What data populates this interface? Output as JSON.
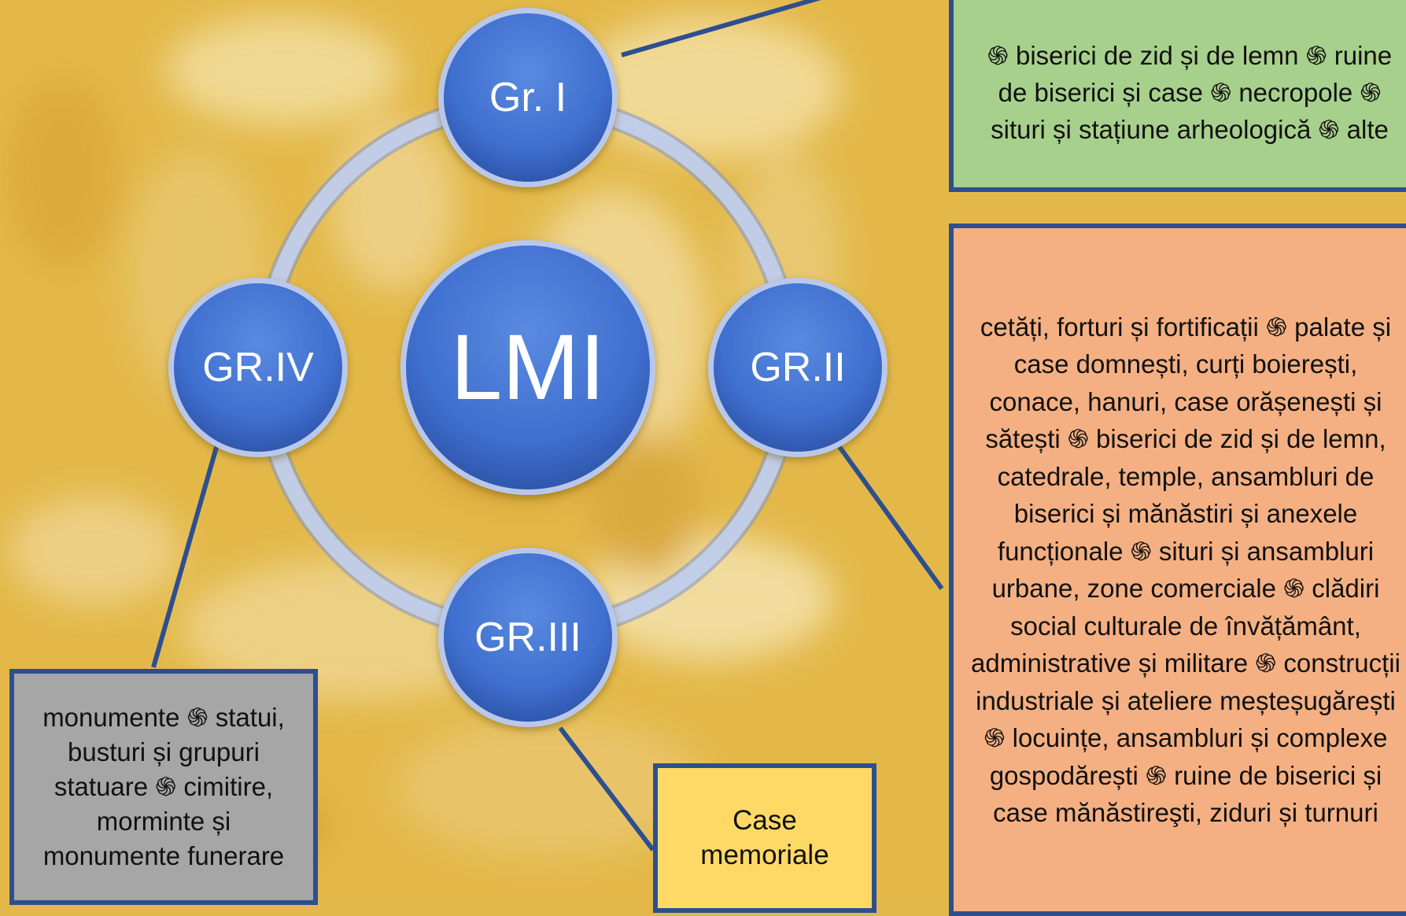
{
  "diagram": {
    "center": {
      "label": "LMI"
    },
    "groups": [
      {
        "id": "gr1",
        "label": "Gr. I",
        "box_color": "#a8d08d",
        "description": "֍ biserici de zid și de lemn ֍ ruine de biserici și  case ֍ necropole ֍ situri și stațiune arheologică  ֍ alte"
      },
      {
        "id": "gr2",
        "label": "GR.II",
        "box_color": "#f4b083",
        "description": "cetăți, forturi și fortificații ֍ palate și case domnești, curți boierești, conace, hanuri, case orășenești și sătești ֍ biserici de zid și de lemn, catedrale, temple, ansambluri de biserici și mănăstiri și anexele funcționale ֍ situri și ansambluri urbane, zone comerciale ֍ clădiri social culturale de învățământ, administrative și militare ֍ construcții industriale și ateliere meșteșugărești ֍ locuințe, ansambluri și complexe gospodărești ֍ ruine de biserici și case mănăstireşti, ziduri și turnuri"
      },
      {
        "id": "gr3",
        "label": "GR.III",
        "box_color": "#ffd966",
        "description": "Case memoriale"
      },
      {
        "id": "gr4",
        "label": "GR.IV",
        "box_color": "#a6a6a6",
        "description": "monumente ֍ statui, busturi  și grupuri statuare ֍ cimitire, morminte  și monumente funerare"
      }
    ],
    "colors": {
      "node_fill": "#3f6fcf",
      "ring": "#b4c4e8",
      "connector": "#2e4f8f",
      "background": "#e2b84a"
    }
  }
}
